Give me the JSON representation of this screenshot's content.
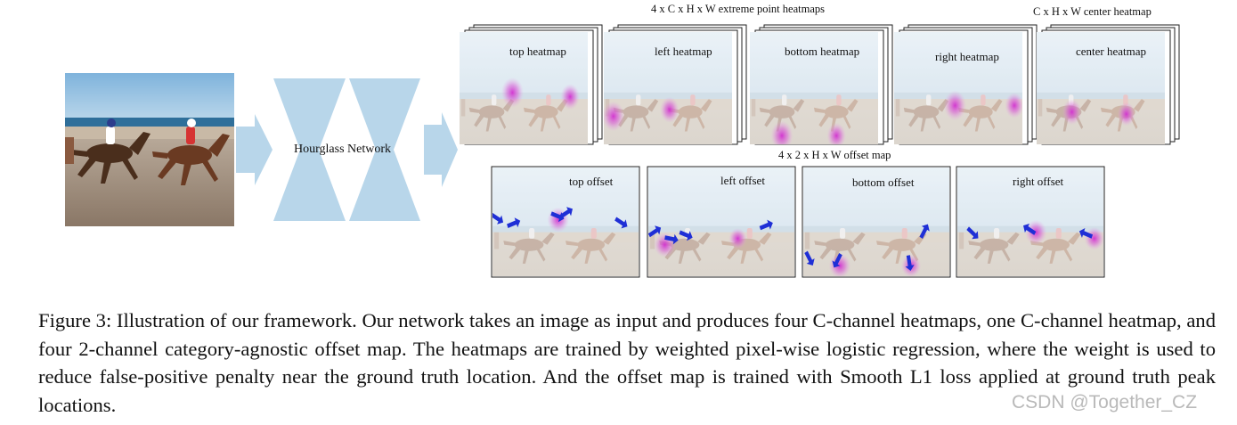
{
  "figure": {
    "labels": {
      "extreme_heatmaps": "4 x C x H x W extreme point heatmaps",
      "center_heatmap": "C x H x W center heatmap",
      "offset_maps": "4 x 2 x H x W offset map",
      "network": "Hourglass Network"
    },
    "heatmaps": [
      "top heatmap",
      "left heatmap",
      "bottom heatmap",
      "right heatmap",
      "center heatmap"
    ],
    "offsets": [
      "top offset",
      "left offset",
      "bottom offset",
      "right offset"
    ],
    "colors": {
      "arrow": "#b8d6ea",
      "sky": "#d8e8f3",
      "sand": "#dcd6cc",
      "peak": "#d22fd0",
      "offset_arrow": "#1f2fd6"
    }
  },
  "caption": "Figure 3: Illustration of our framework. Our network takes an image as input and produces four C-channel heatmaps, one C-channel heatmap, and four 2-channel category-agnostic offset map. The heatmaps are trained by weighted pixel-wise logistic regression, where the weight is used to reduce false-positive penalty near the ground truth location. And the offset map is trained with Smooth L1 loss applied at ground truth peak locations.",
  "watermark": "CSDN @Together_CZ"
}
